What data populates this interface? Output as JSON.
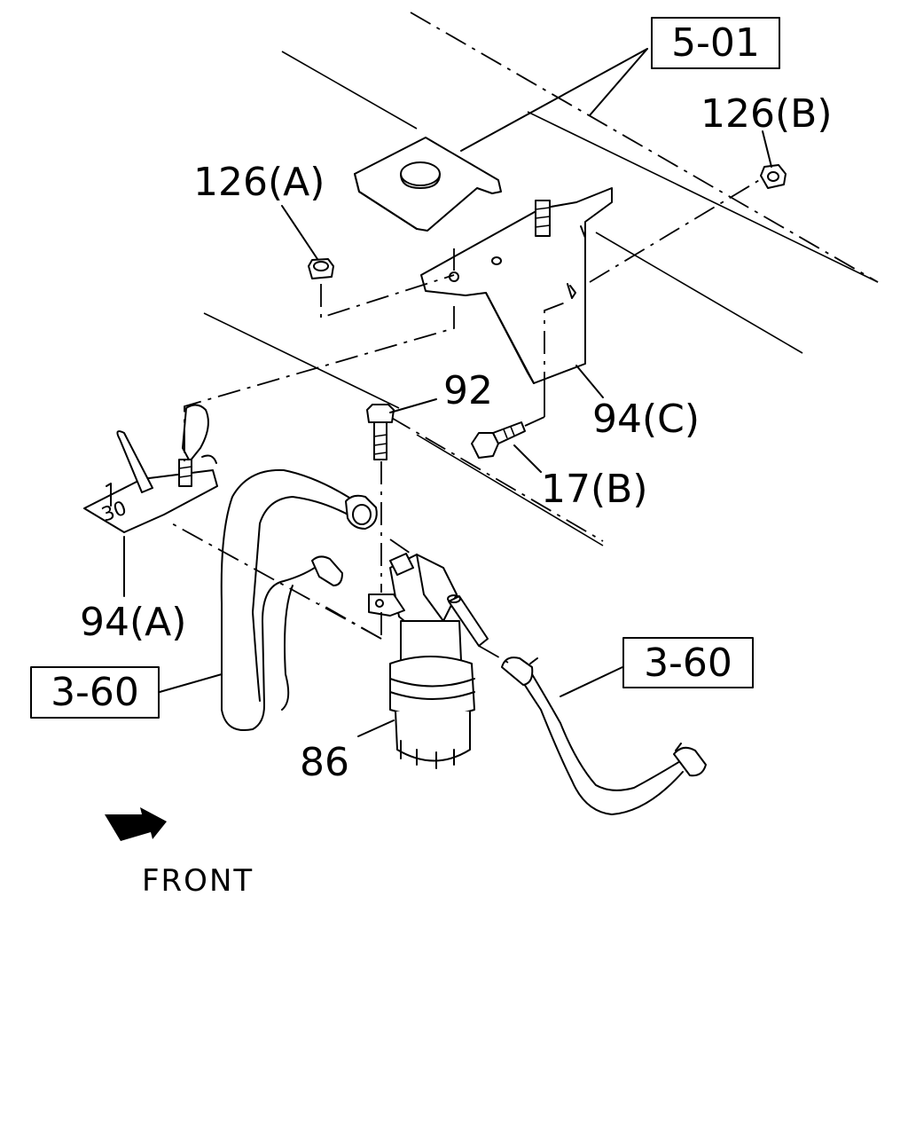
{
  "labels": {
    "ref_5_01": "5-01",
    "part_126a": "126(A)",
    "part_126b": "126(B)",
    "part_92": "92",
    "part_94c": "94(C)",
    "part_17b": "17(B)",
    "part_94a": "94(A)",
    "ref_3_60_left": "3-60",
    "ref_3_60_right": "3-60",
    "part_86": "86",
    "front": "FRONT"
  },
  "bracket_marks": {
    "left_bracket": "30"
  }
}
